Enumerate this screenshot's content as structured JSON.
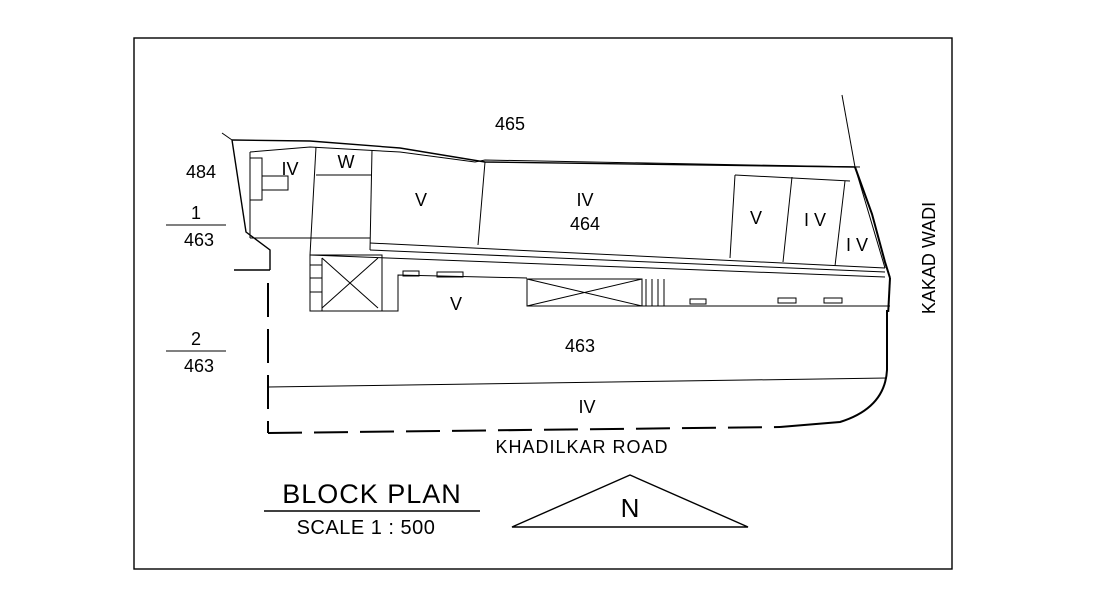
{
  "labels": {
    "plot_465": "465",
    "plot_484": "484",
    "frac1_top": "1",
    "frac1_bottom": "463",
    "frac2_top": "2",
    "frac2_bottom": "463",
    "iv_left": "IV",
    "w": "W",
    "v_left": "V",
    "iv_center": "IV",
    "plot_464": "464",
    "v_right": "V",
    "iv_right1": "I V",
    "iv_right2": "I V",
    "v_lower": "V",
    "plot_463": "463",
    "iv_road": "IV",
    "kakad_wadi": "KAKAD WADI",
    "khadilkar_road": "KHADILKAR  ROAD"
  },
  "title": {
    "main": "BLOCK  PLAN",
    "scale": "SCALE 1 : 500"
  },
  "north": "N"
}
